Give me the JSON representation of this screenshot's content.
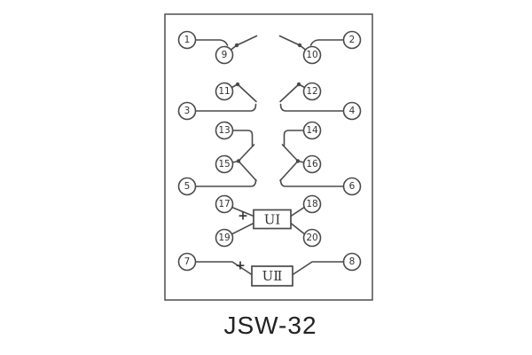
{
  "title": "JSW-32",
  "diagram": {
    "terminals": {
      "t1": "1",
      "t2": "2",
      "t3": "3",
      "t4": "4",
      "t5": "5",
      "t6": "6",
      "t7": "7",
      "t8": "8",
      "t9": "9",
      "t10": "10",
      "t11": "11",
      "t12": "12",
      "t13": "13",
      "t14": "14",
      "t15": "15",
      "t16": "16",
      "t17": "17",
      "t18": "18",
      "t19": "19",
      "t20": "20"
    },
    "units": {
      "u1": {
        "label": "UⅠ",
        "polarity": "+"
      },
      "u2": {
        "label": "UⅡ",
        "polarity": "+"
      }
    },
    "colors": {
      "line": "#4a4a4a",
      "text": "#333333",
      "background": "#ffffff"
    }
  }
}
